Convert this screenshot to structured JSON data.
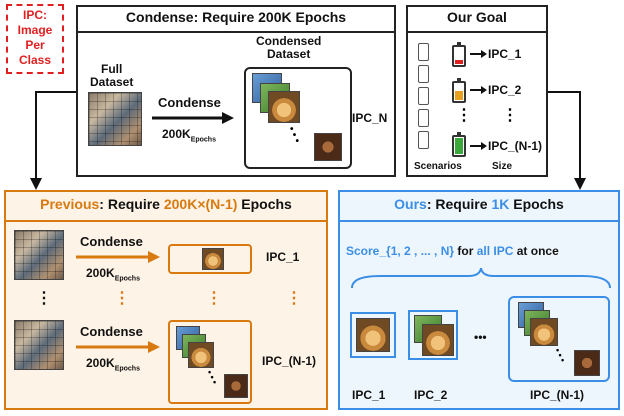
{
  "ipc_tag": {
    "line1": "IPC:",
    "line2": "Image",
    "line3": "Per",
    "line4": "Class"
  },
  "condense_box": {
    "title": "Condense: Require 200K Epochs",
    "full_dataset": "Full\nDataset",
    "arrow_label": "Condense",
    "epochs_main": "200K",
    "epochs_sub": "Epochs",
    "condensed": "Condensed\nDataset",
    "ipc_n": "IPC_N",
    "ellipsis": "•"
  },
  "goal_box": {
    "title": "Our Goal",
    "ipc_1": "IPC_1",
    "ipc_2": "IPC_2",
    "ipc_n1": "IPC_(N-1)",
    "vdots": "⋮",
    "scenarios": "Scenarios",
    "size": "Size"
  },
  "previous_box": {
    "title_a": "Previous",
    "title_b": ": Require ",
    "title_c": "200K×(N-1)",
    "title_d": " Epochs",
    "condense": "Condense",
    "epochs_main": "200K",
    "epochs_sub": "Epochs",
    "ipc_1": "IPC_1",
    "ipc_n1": "IPC_(N-1)",
    "vdots": "⋮"
  },
  "ours_box": {
    "title_a": "Ours",
    "title_b": ": Require ",
    "title_c": "1K",
    "title_d": " Epochs",
    "score_a": "Score_{1, 2 , ... , N}",
    "score_b": " for ",
    "score_c": "all IPC",
    "score_d": " at once",
    "ellipsis": "•••",
    "ipc_1": "IPC_1",
    "ipc_2": "IPC_2",
    "ipc_n1": "IPC_(N-1)"
  },
  "colors": {
    "orange": "#d97a10",
    "blue": "#3a8ee6",
    "red": "#e02020",
    "prev_bg": "#fdf3e6",
    "ours_bg": "#eef6fd"
  }
}
